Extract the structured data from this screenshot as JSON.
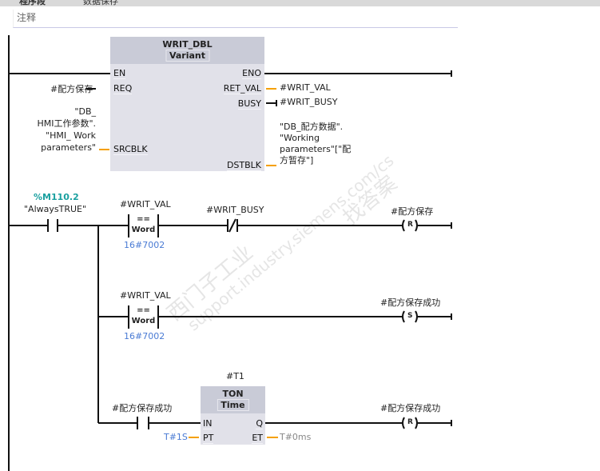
{
  "header": {
    "network_label": "程序段",
    "network_title": "数据保存"
  },
  "comment": {
    "placeholder": "注释"
  },
  "writ_dbl": {
    "name": "WRIT_DBL",
    "type": "Variant",
    "pins": {
      "en": "EN",
      "eno": "ENO",
      "req": "REQ",
      "ret_val": "RET_VAL",
      "busy": "BUSY",
      "srcblk": "SRCBLK",
      "dstblk": "DSTBLK"
    },
    "req_operand": "#配方保存",
    "ret_val_operand": "#WRIT_VAL",
    "busy_operand": "#WRIT_BUSY",
    "srcblk_operand": [
      "\"DB_",
      "HMI工作参数\".",
      "\"HMI_ Work",
      "parameters\""
    ],
    "dstblk_operand": [
      "\"DB_配方数据\".",
      "\"Working",
      "parameters\"[\"配",
      "方暂存\"]"
    ]
  },
  "rung2": {
    "contact_address": "%M110.2",
    "contact_name": "\"AlwaysTRUE\"",
    "cmp1": {
      "operand": "#WRIT_VAL",
      "op": "==",
      "type": "Word",
      "value": "16#7002"
    },
    "nc_contact": "#WRIT_BUSY",
    "coil1": {
      "operand": "#配方保存",
      "type": "R"
    },
    "cmp2": {
      "operand": "#WRIT_VAL",
      "op": "==",
      "type": "Word",
      "value": "16#7002"
    },
    "coil2": {
      "operand": "#配方保存成功",
      "type": "S"
    }
  },
  "rung3": {
    "contact": "#配方保存成功",
    "timer": {
      "instance": "#T1",
      "name": "TON",
      "type": "Time",
      "in": "IN",
      "q": "Q",
      "pt": "PT",
      "et": "ET",
      "pt_value": "T#1S",
      "et_value": "T#0ms"
    },
    "coil": {
      "operand": "#配方保存成功",
      "type": "R"
    }
  },
  "watermark": {
    "line1": "西门子工业",
    "line2": "support.industry.siemens.com/cs",
    "line3": "找答案"
  }
}
